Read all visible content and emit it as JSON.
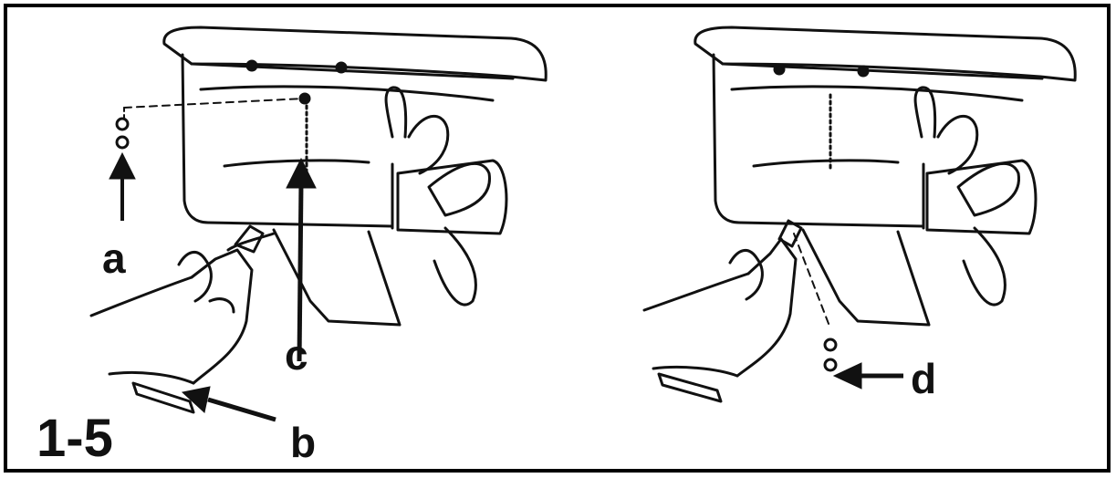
{
  "figure": {
    "number": "1-5",
    "callouts": {
      "a": "a",
      "b": "b",
      "c": "c",
      "d": "d"
    }
  },
  "colors": {
    "ink": "#111111",
    "background": "#ffffff"
  }
}
